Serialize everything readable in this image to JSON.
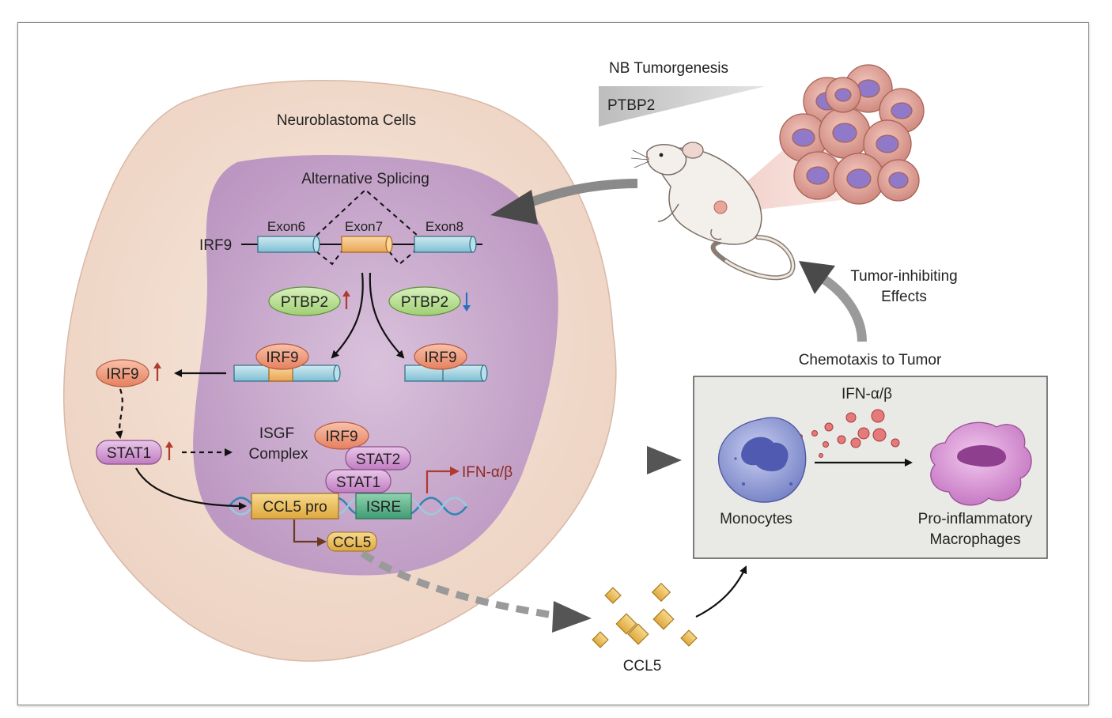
{
  "labels": {
    "neuroblastoma_cells": "Neuroblastoma Cells",
    "alternative_splicing": "Alternative Splicing",
    "irf9_gene": "IRF9",
    "exon6": "Exon6",
    "exon7": "Exon7",
    "exon8": "Exon8",
    "ptbp2_up": "PTBP2",
    "ptbp2_down": "PTBP2",
    "irf9_protein_left": "IRF9",
    "irf9_protein_right": "IRF9",
    "irf9_up": "IRF9",
    "stat1_up": "STAT1",
    "isgf_line1": "ISGF",
    "isgf_line2": "Complex",
    "complex_irf9": "IRF9",
    "complex_stat2": "STAT2",
    "complex_stat1": "STAT1",
    "ifn_cell": "IFN-α/β",
    "ccl5_pro": "CCL5 pro",
    "isre": "ISRE",
    "ccl5_product": "CCL5",
    "nb_tumorgenesis": "NB Tumorgenesis",
    "ptbp2_wedge": "PTBP2",
    "tumor_inhibiting_1": "Tumor-inhibiting",
    "tumor_inhibiting_2": "Effects",
    "chemotaxis": "Chemotaxis to Tumor",
    "ifn_box": "IFN-α/β",
    "monocytes": "Monocytes",
    "macrophages_1": "Pro-inflammatory",
    "macrophages_2": "Macrophages",
    "ccl5_bottom": "CCL5"
  },
  "colors": {
    "cell_outer": "#f3e0d3",
    "nucleus": "#c9a8cf",
    "exon_blue": "#a9d6e3",
    "exon_orange": "#f2c07a",
    "ptbp2_green": "#b9df93",
    "irf9_salmon": "#f0987a",
    "stat_purple": "#cf97cf",
    "arrow_up_red": "#c0392b",
    "arrow_down_blue": "#2a6fc0",
    "ccl5_gold": "#f0c25a",
    "isre_green": "#5cb58c",
    "box_gray": "#e8e8e5"
  },
  "icons": [
    "mouse-illustration",
    "tumor-cell-cluster",
    "monocyte-cell",
    "macrophage-cell",
    "ifn-dots",
    "ccl5-diamonds",
    "dna-helix"
  ]
}
